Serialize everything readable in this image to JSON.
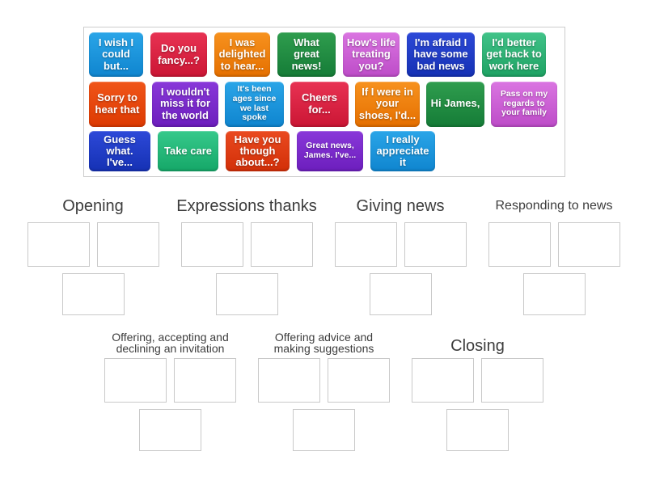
{
  "tray": {
    "tiles": [
      {
        "label": "I wish I could but...",
        "color": "#1e9ce0"
      },
      {
        "label": "Do you fancy...?",
        "color": "#db2140"
      },
      {
        "label": "I was delighted to hear...",
        "color": "#ef7d0d"
      },
      {
        "label": "What great news!",
        "color": "#1f8c41"
      },
      {
        "label": "How's life treating you?",
        "color": "#cc60d4"
      },
      {
        "label": "I'm afraid I have some bad news",
        "color": "#203cc4"
      },
      {
        "label": "I'd better get back to work here",
        "color": "#2eb374"
      },
      {
        "label": "Sorry to hear that",
        "color": "#e74a10"
      },
      {
        "label": "I wouldn't miss it for the world",
        "color": "#7a2bca"
      },
      {
        "label": "It's been ages since we last spoke",
        "color": "#1e9ce0"
      },
      {
        "label": "Cheers for...",
        "color": "#db2140"
      },
      {
        "label": "If I were in your shoes, I'd...",
        "color": "#ef7d0d"
      },
      {
        "label": "Hi James,",
        "color": "#1f8c41"
      },
      {
        "label": "Pass on my regards to your family",
        "color": "#cc60d4"
      },
      {
        "label": "Guess what. I've...",
        "color": "#203cc4"
      },
      {
        "label": "Take care",
        "color": "#25b77b"
      },
      {
        "label": "Have you though about...?",
        "color": "#dc3911"
      },
      {
        "label": "Great news, James. I've...",
        "color": "#7a2bca"
      },
      {
        "label": "I really appreciate it",
        "color": "#1e9ce0"
      }
    ]
  },
  "groups": [
    {
      "label": "Opening"
    },
    {
      "label": "Expressions thanks"
    },
    {
      "label": "Giving news"
    },
    {
      "label": "Responding to news"
    },
    {
      "label": "Offering, accepting and declining an invitation"
    },
    {
      "label": "Offering advice and making suggestions"
    },
    {
      "label": "Closing"
    }
  ],
  "palette": {
    "tile_text": "#ffffff",
    "label_text": "#3d3d3d",
    "tray_border": "#cccccc",
    "slot_border": "#c9c9c9",
    "background": "#ffffff"
  }
}
